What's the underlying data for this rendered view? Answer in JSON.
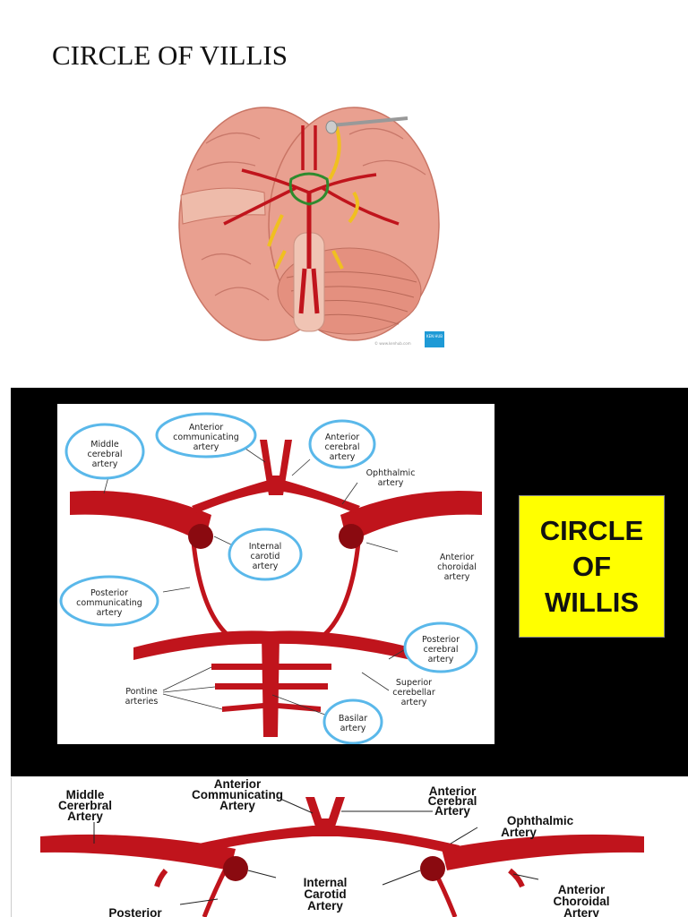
{
  "page": {
    "title": "CIRCLE OF VILLIS"
  },
  "brain_figure": {
    "badge": "KEN HUB",
    "credit": "© www.kenhub.com"
  },
  "yellow_box": {
    "line1": "CIRCLE",
    "line2": "OF",
    "line3": "WILLIS"
  },
  "diagram1": {
    "labels": {
      "middle_cerebral": [
        "Middle",
        "cerebral",
        "artery"
      ],
      "anterior_communicating": [
        "Anterior",
        "communicating",
        "artery"
      ],
      "anterior_cerebral": [
        "Anterior",
        "cerebral",
        "artery"
      ],
      "ophthalmic": [
        "Ophthalmic",
        "artery"
      ],
      "internal_carotid": [
        "Internal",
        "carotid",
        "artery"
      ],
      "anterior_choroidal": [
        "Anterior",
        "choroidal",
        "artery"
      ],
      "posterior_communicating": [
        "Posterior",
        "communicating",
        "artery"
      ],
      "posterior_cerebral": [
        "Posterior",
        "cerebral",
        "artery"
      ],
      "pontine": [
        "Pontine",
        "arteries"
      ],
      "superior_cerebellar": [
        "Superior",
        "cerebellar",
        "artery"
      ],
      "basilar": [
        "Basilar",
        "artery"
      ]
    }
  },
  "diagram2": {
    "labels": {
      "middle_cerebral": [
        "Middle",
        "Cererbral",
        "Artery"
      ],
      "anterior_communicating": [
        "Anterior",
        "Communicating",
        "Artery"
      ],
      "anterior_cerebral": [
        "Anterior",
        "Cerebral",
        "Artery"
      ],
      "ophthalmic": [
        "Ophthalmic",
        "Artery"
      ],
      "internal_carotid": [
        "Internal",
        "Carotid",
        "Artery"
      ],
      "anterior_choroidal": [
        "Anterior",
        "Choroidal",
        "Artery"
      ],
      "posterior": [
        "Posterior"
      ]
    }
  },
  "colors": {
    "artery": "#c0141c",
    "bubble": "#5ab8ea",
    "yellow": "#ffff00",
    "brain": "#e8998a"
  }
}
